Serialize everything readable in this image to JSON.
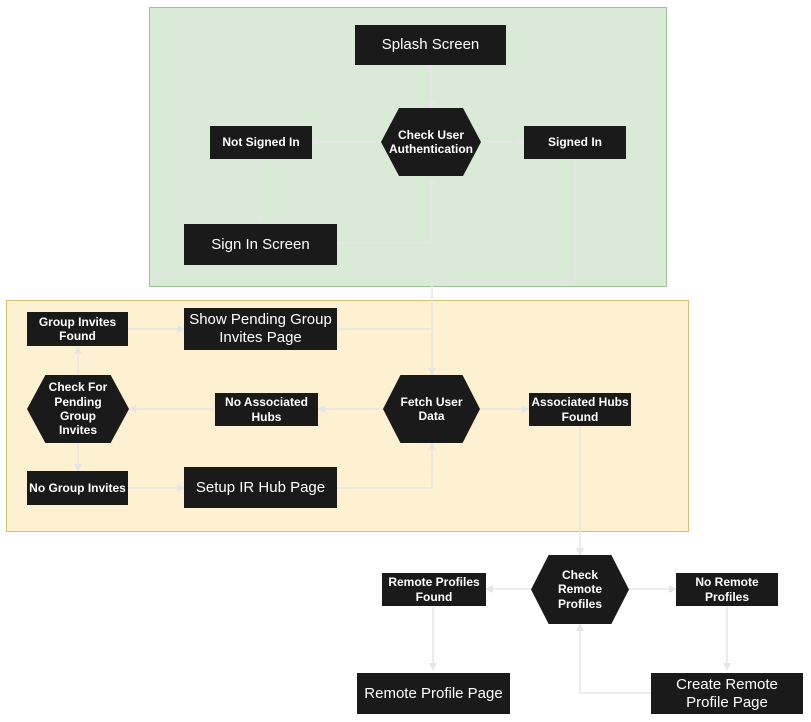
{
  "nodes": {
    "splash_screen": "Splash Screen",
    "check_user_auth": "Check User\nAuthentication",
    "not_signed_in": "Not Signed In",
    "signed_in": "Signed In",
    "sign_in_screen": "Sign In Screen",
    "group_invites_found": "Group Invites\nFound",
    "show_pending_group_invites_page": "Show Pending Group\nInvites Page",
    "check_pending_group_invites": "Check For\nPending Group\nInvites",
    "no_associated_hubs": "No Associated\nHubs",
    "fetch_user_data": "Fetch User Data",
    "associated_hubs_found": "Associated Hubs\nFound",
    "no_group_invites": "No Group Invites",
    "setup_ir_hub_page": "Setup IR Hub Page",
    "remote_profiles_found": "Remote Profiles\nFound",
    "check_remote_profiles": "Check Remote\nProfiles",
    "no_remote_profiles": "No Remote\nProfiles",
    "remote_profile_page": "Remote Profile Page",
    "create_remote_profile_page": "Create Remote\nProfile Page"
  },
  "colors": {
    "node_fill": "#1a1a1a",
    "node_text": "#ffffff",
    "auth_region": "#d9ead6",
    "home_region": "#fdf1d2",
    "connector": "#e6e6e6"
  }
}
